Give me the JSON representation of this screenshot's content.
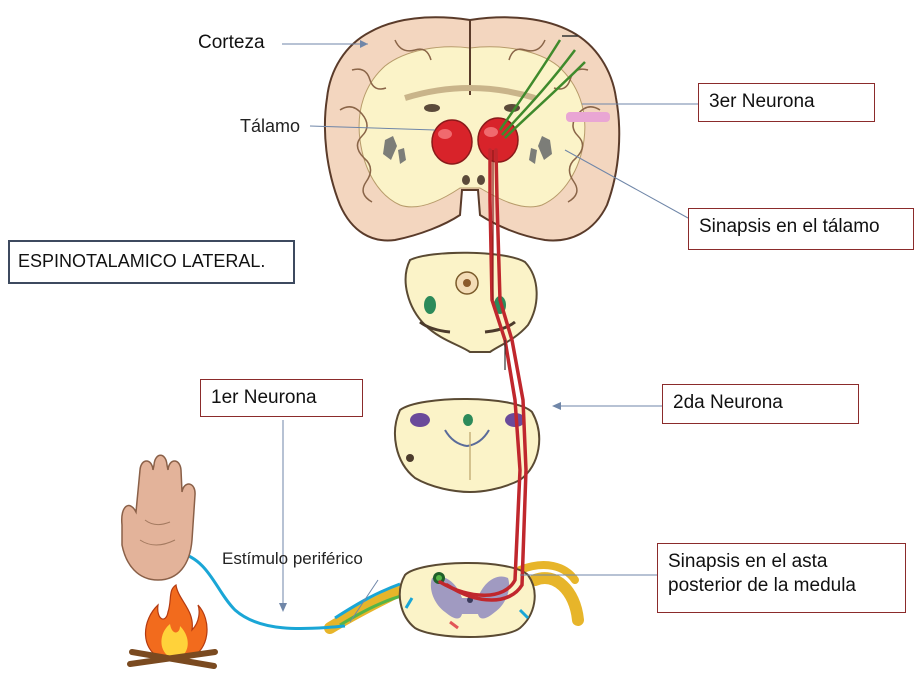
{
  "diagram": {
    "title": "ESPINOTALAMICO LATERAL.",
    "labels": {
      "corteza": "Corteza",
      "talamo": "Tálamo",
      "tercer_neurona": "3er Neurona",
      "sinapsis_talamo": "Sinapsis en el tálamo",
      "segunda_neurona": "2da Neurona",
      "primer_neurona": "1er Neurona",
      "estimulo": "Estímulo periférico",
      "sinapsis_asta_line1": "Sinapsis en el asta",
      "sinapsis_asta_line2": "posterior de la medula"
    },
    "colors": {
      "pathway": "#c0272d",
      "brain_fill": "#f3d6bf",
      "white_matter": "#fbf3c8",
      "thalamus": "#d8232a",
      "third_neuron": "#3f8a2c",
      "stimulus_nerve": "#1aa6d6",
      "box_border": "#8b2b2b",
      "title_border": "#3d4a5f"
    },
    "icons": [
      "hand-icon",
      "fire-icon"
    ]
  }
}
